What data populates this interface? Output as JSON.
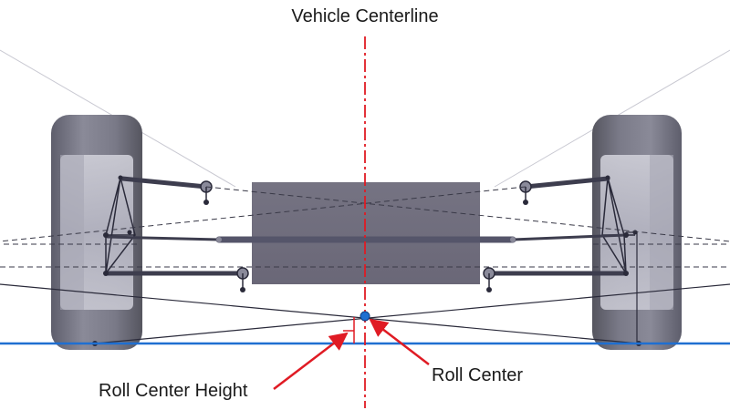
{
  "labels": {
    "centerline": "Vehicle Centerline",
    "roll_center": "Roll Center",
    "roll_center_height": "Roll Center Height"
  },
  "colors": {
    "ground_line": "#1f6fd1",
    "centerline": "#e01b24",
    "callout_arrow": "#e01b24",
    "roll_center_point": "#1f6fd1",
    "tire": "#6f6f80",
    "chassis": "#6a6878",
    "construction_lines": "#3a3a48"
  }
}
